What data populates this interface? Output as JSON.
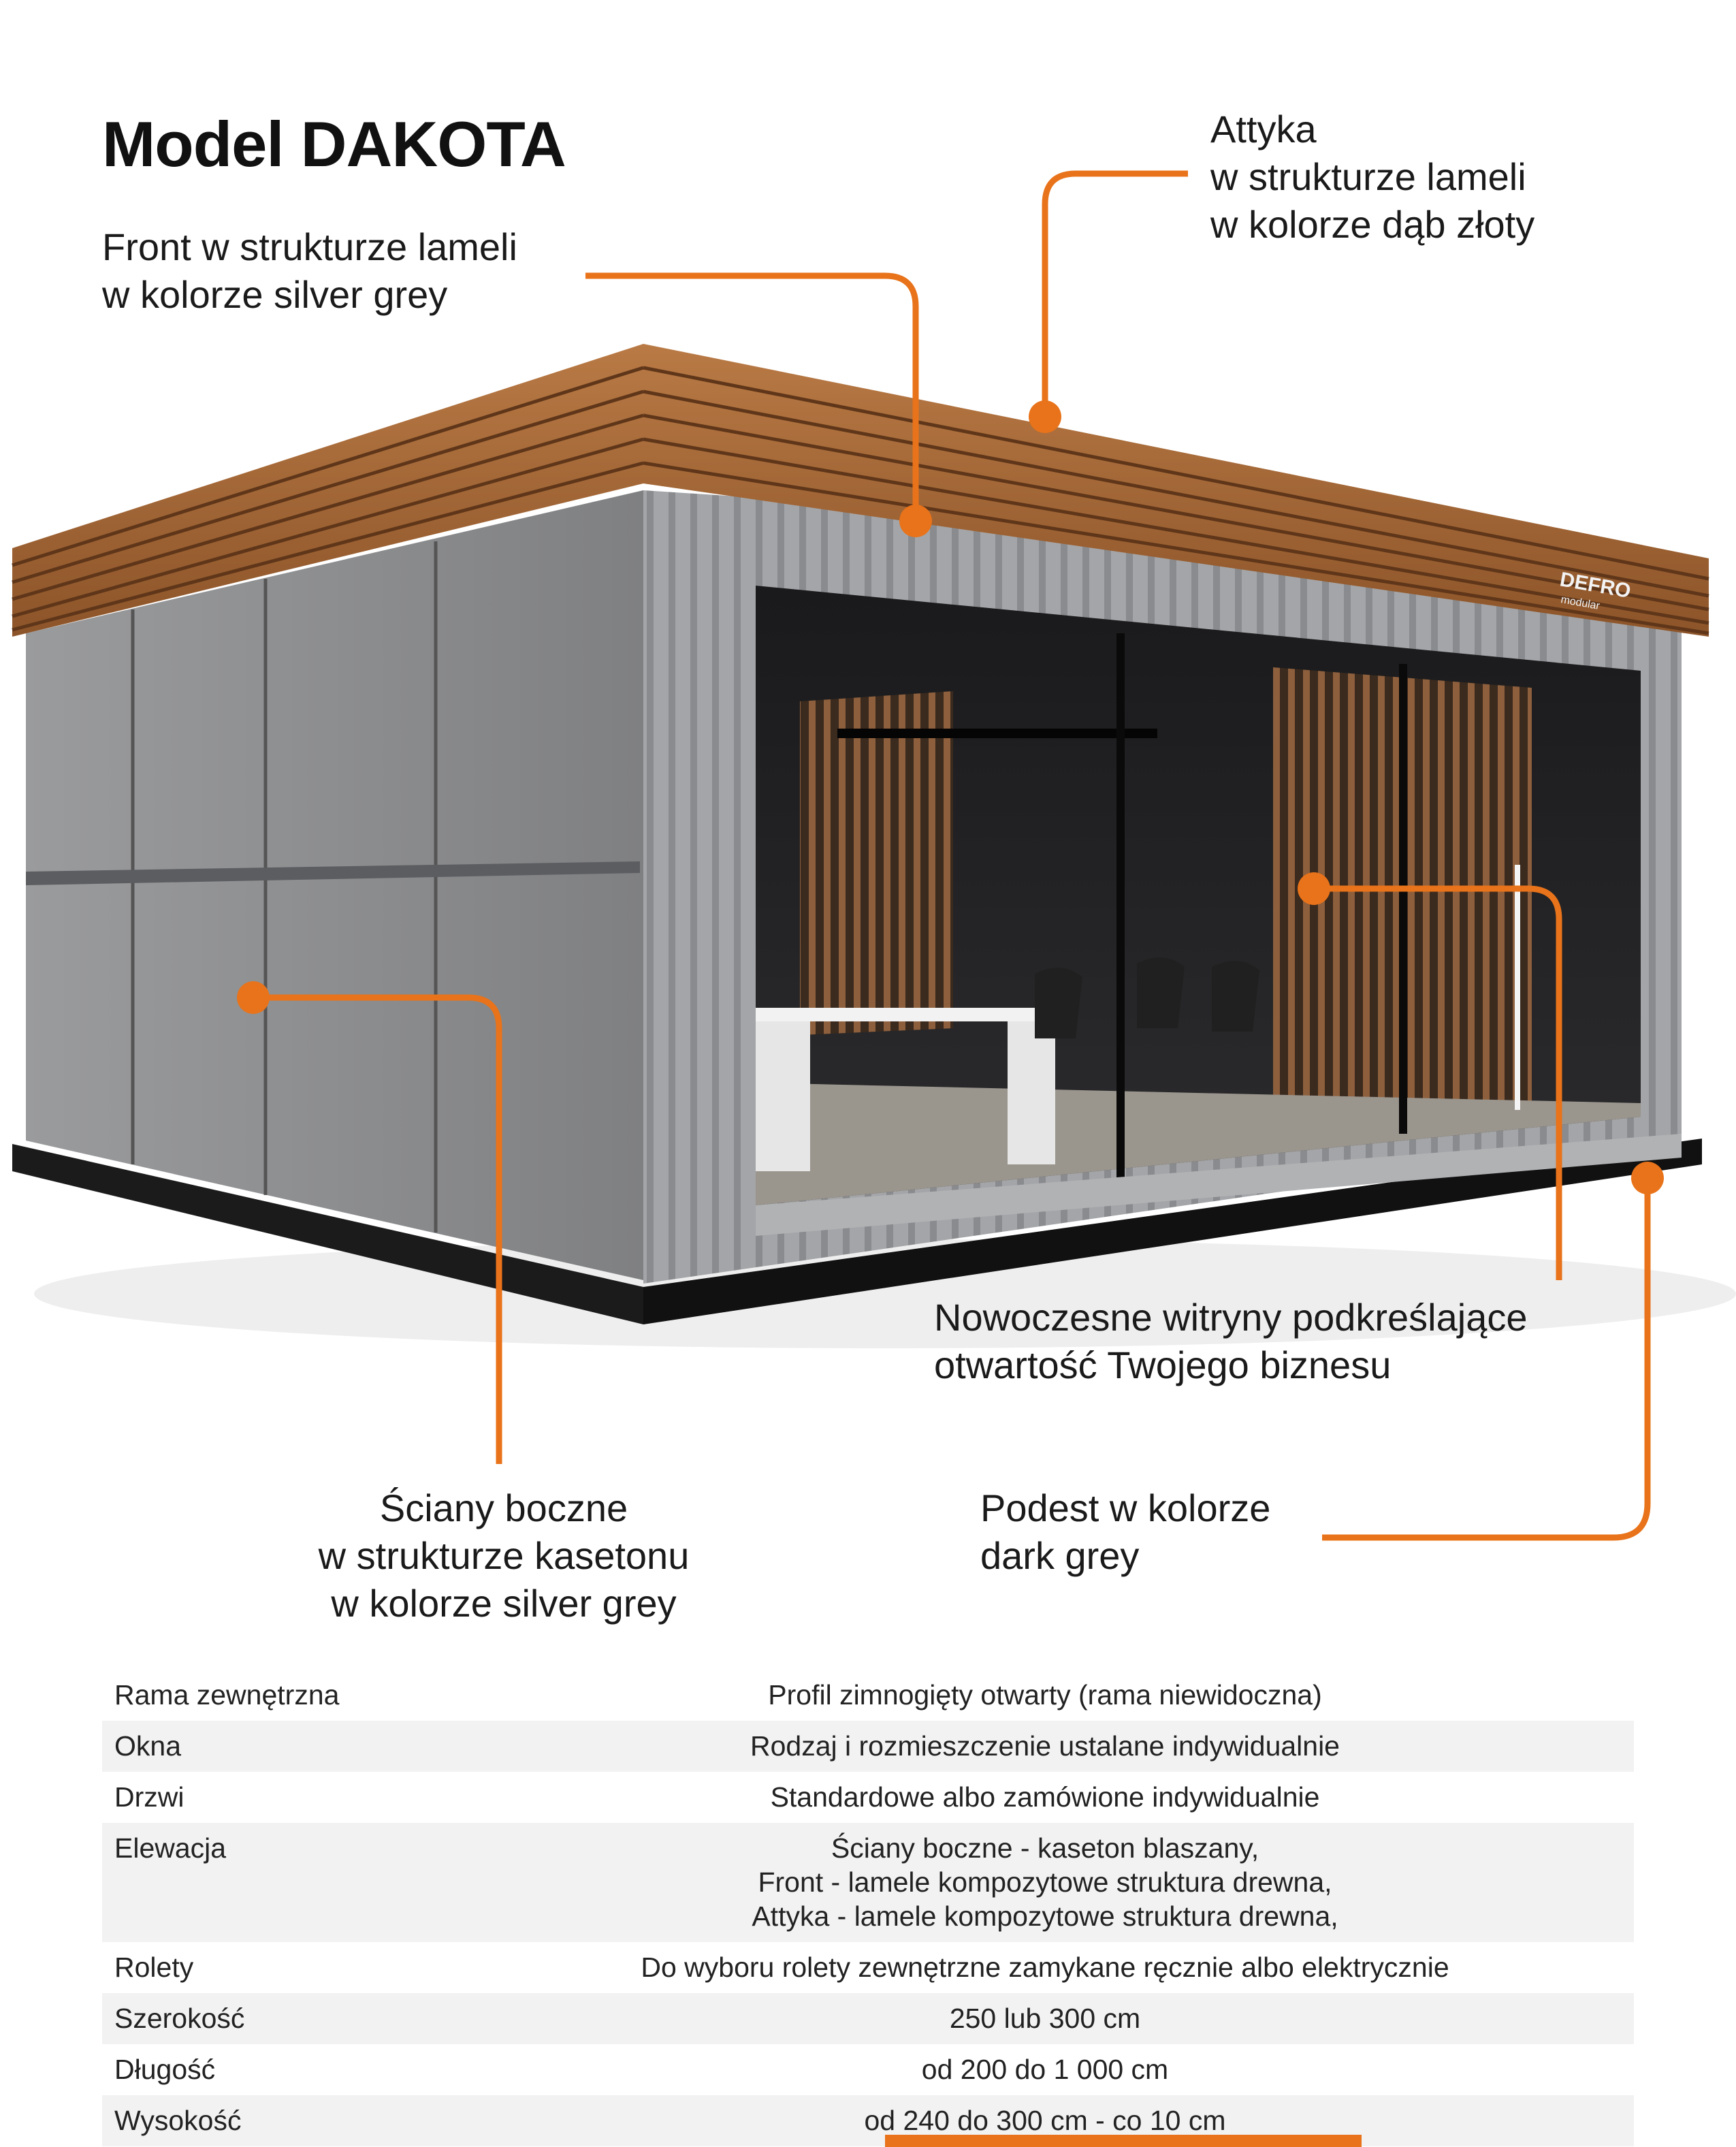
{
  "title": "Model DAKOTA",
  "callouts": {
    "front": [
      "Front w strukturze lameli",
      "w kolorze silver grey"
    ],
    "attyka": [
      "Attyka",
      "w strukturze lameli",
      "w kolorze dąb złoty"
    ],
    "witryny": [
      "Nowoczesne witryny podkreślające",
      "otwartość Twojego biznesu"
    ],
    "sciany": [
      "Ściany boczne",
      "w strukturze kasetonu",
      "w kolorze silver grey"
    ],
    "podest": [
      "Podest w kolorze",
      "dark grey"
    ]
  },
  "logo": {
    "brand": "DEFRO",
    "sub": "modular"
  },
  "specs": [
    {
      "label": "Rama zewnętrzna",
      "value": [
        "Profil zimnogięty otwarty (rama niewidoczna)"
      ]
    },
    {
      "label": "Okna",
      "value": [
        "Rodzaj i rozmieszczenie ustalane indywidualnie"
      ]
    },
    {
      "label": "Drzwi",
      "value": [
        "Standardowe albo zamówione indywidualnie"
      ]
    },
    {
      "label": "Elewacja",
      "value": [
        "Ściany boczne - kaseton blaszany,",
        "Front - lamele kompozytowe struktura drewna,",
        "Attyka - lamele kompozytowe struktura drewna,"
      ]
    },
    {
      "label": "Rolety",
      "value": [
        "Do wyboru rolety zewnętrzne zamykane ręcznie albo elektrycznie"
      ]
    },
    {
      "label": "Szerokość",
      "value": [
        "250 lub 300 cm"
      ]
    },
    {
      "label": "Długość",
      "value": [
        "od 200 do 1 000 cm"
      ]
    },
    {
      "label": "Wysokość",
      "value": [
        "od 240 do 300 cm - co 10 cm"
      ]
    }
  ],
  "colors": {
    "accent": "#e8731a",
    "wood": "#a7683a",
    "silver_grey": "#8e8f91",
    "dark_grey": "#1b1b1b"
  }
}
